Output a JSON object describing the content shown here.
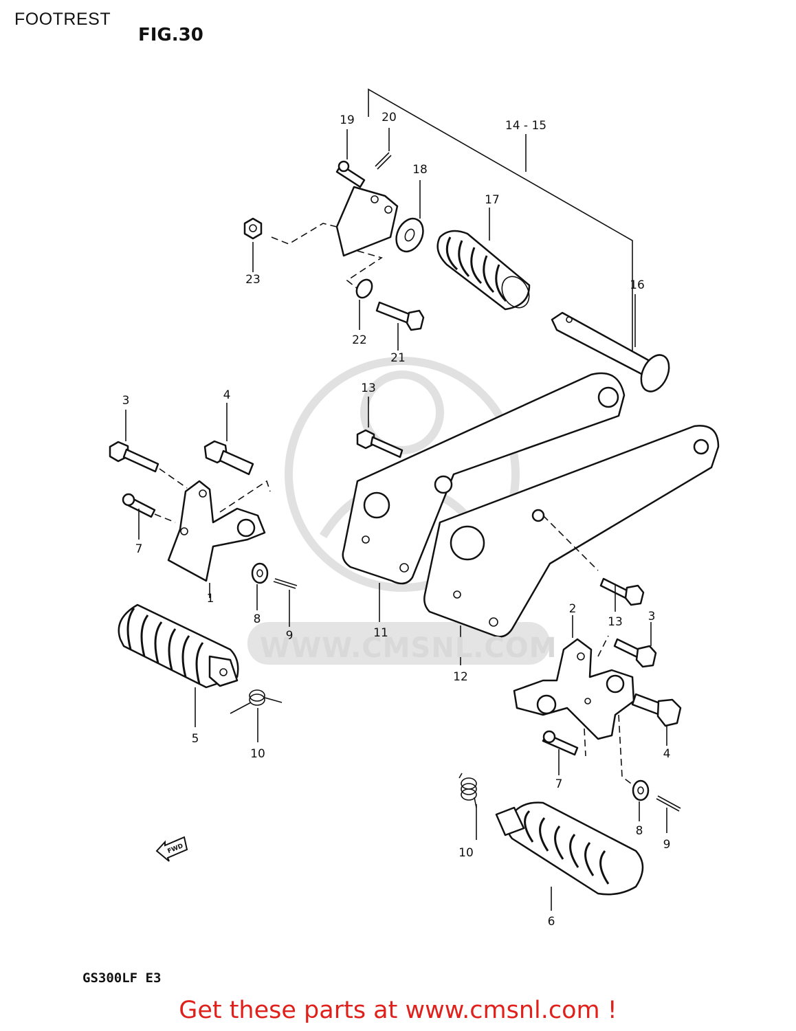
{
  "header": {
    "title": "FOOTREST",
    "figure": "FIG.30"
  },
  "watermark": {
    "text": "WWW.CMSNL.COM"
  },
  "footer": {
    "model_code": "GS300LF E3",
    "cta": "Get these parts at www.cmsnl.com !"
  },
  "fwd_marker": "FWD",
  "callouts": {
    "c1": "1",
    "c2": "2",
    "c3a": "3",
    "c3b": "3",
    "c4a": "4",
    "c4b": "4",
    "c5": "5",
    "c6": "6",
    "c7a": "7",
    "c7b": "7",
    "c8a": "8",
    "c8b": "8",
    "c9a": "9",
    "c9b": "9",
    "c10a": "10",
    "c10b": "10",
    "c11": "11",
    "c12": "12",
    "c13a": "13",
    "c13b": "13",
    "c1415": "14 - 15",
    "c16": "16",
    "c17": "17",
    "c18": "18",
    "c19": "19",
    "c20": "20",
    "c21": "21",
    "c22": "22",
    "c23": "23"
  }
}
